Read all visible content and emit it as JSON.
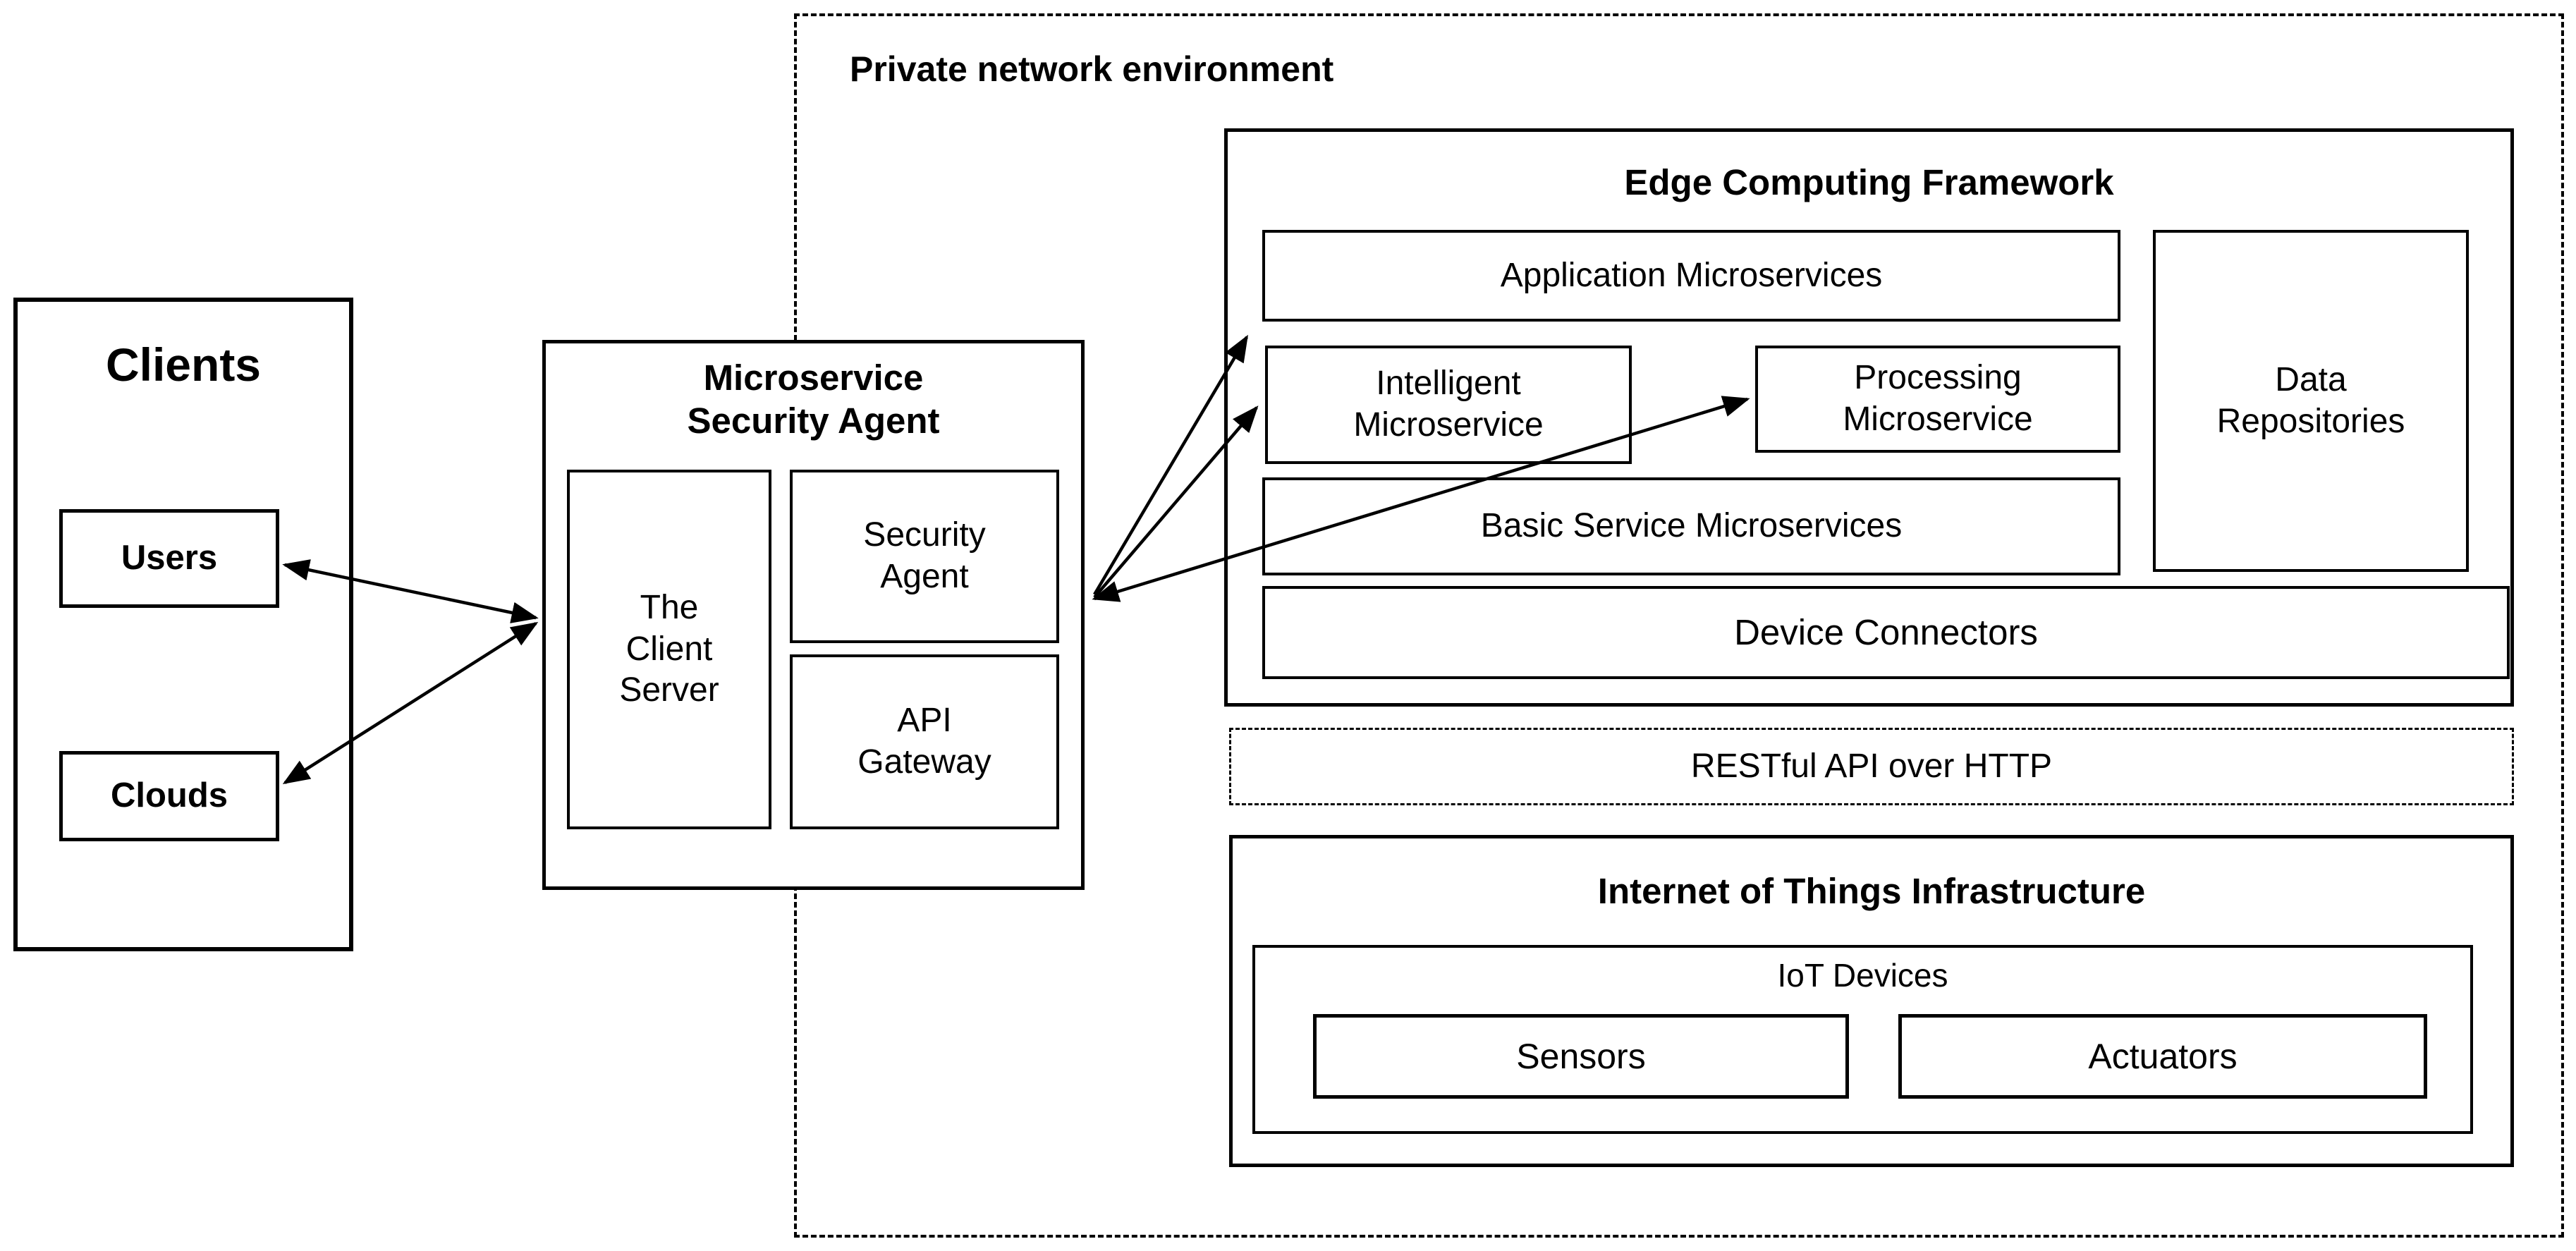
{
  "figure": {
    "background_color": "#ffffff",
    "line_color": "#000000",
    "private_network": {
      "label": "Private network environment"
    },
    "clients": {
      "title": "Clients",
      "users_label": "Users",
      "clouds_label": "Clouds"
    },
    "security_agent_box": {
      "title": "Microservice\nSecurity Agent",
      "client_server_label": "The\nClient\nServer",
      "security_agent_label": "Security\nAgent",
      "api_gateway_label": "API\nGateway"
    },
    "edge_framework": {
      "title": "Edge Computing Framework",
      "application_label": "Application Microservices",
      "intelligent_label": "Intelligent\nMicroservice",
      "processing_label": "Processing\nMicroservice",
      "basic_label": "Basic Service Microservices",
      "device_connectors_label": "Device  Connectors",
      "data_repositories_label": "Data\nRepositories"
    },
    "restful": {
      "label": "RESTful API over HTTP"
    },
    "iot": {
      "title": "Internet of Things Infrastructure",
      "devices_label": "IoT Devices",
      "sensors_label": "Sensors",
      "actuators_label": "Actuators"
    },
    "edges": [
      {
        "from": "Users",
        "to": "Microservice Security Agent",
        "bidirectional": true
      },
      {
        "from": "Clouds",
        "to": "Microservice Security Agent",
        "bidirectional": true
      },
      {
        "from": "Microservice Security Agent",
        "to": "Application Microservices",
        "bidirectional": false
      },
      {
        "from": "Microservice Security Agent",
        "to": "Intelligent Microservice",
        "bidirectional": false
      },
      {
        "from": "Microservice Security Agent",
        "to": "Processing Microservice",
        "bidirectional": true
      }
    ]
  }
}
